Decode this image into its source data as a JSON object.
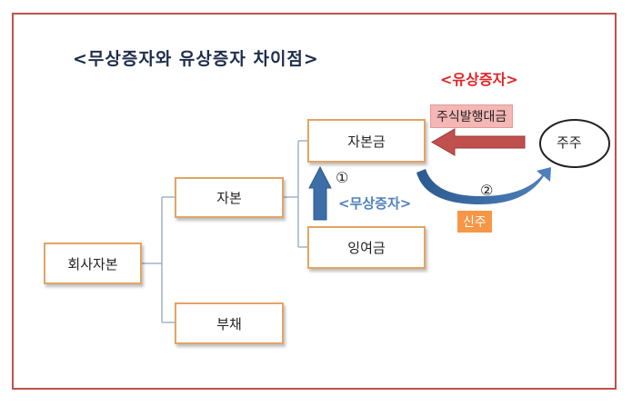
{
  "title": "<무상증자와 유상증자 차이점>",
  "nodes": {
    "company_capital": "회사자본",
    "capital": "자본",
    "liabilities": "부채",
    "capital_stock": "자본금",
    "surplus": "잉여금",
    "shareholders": "주주"
  },
  "labels": {
    "paid_in": "<유상증자>",
    "stock_issue_payment": "주식발행대금",
    "new_shares": "신주",
    "bonus_issue": "<무상증자>",
    "marker_1": "①",
    "marker_2": "②"
  },
  "colors": {
    "box_border": "#e3a464",
    "red_arrow": "#c0504d",
    "blue_arrow": "#3d6ea8",
    "paid_in_text": "#e02424",
    "bonus_issue_text": "#4f81bd",
    "payment_label_bg": "#f4b7b6",
    "new_shares_bg": "#f79646"
  }
}
